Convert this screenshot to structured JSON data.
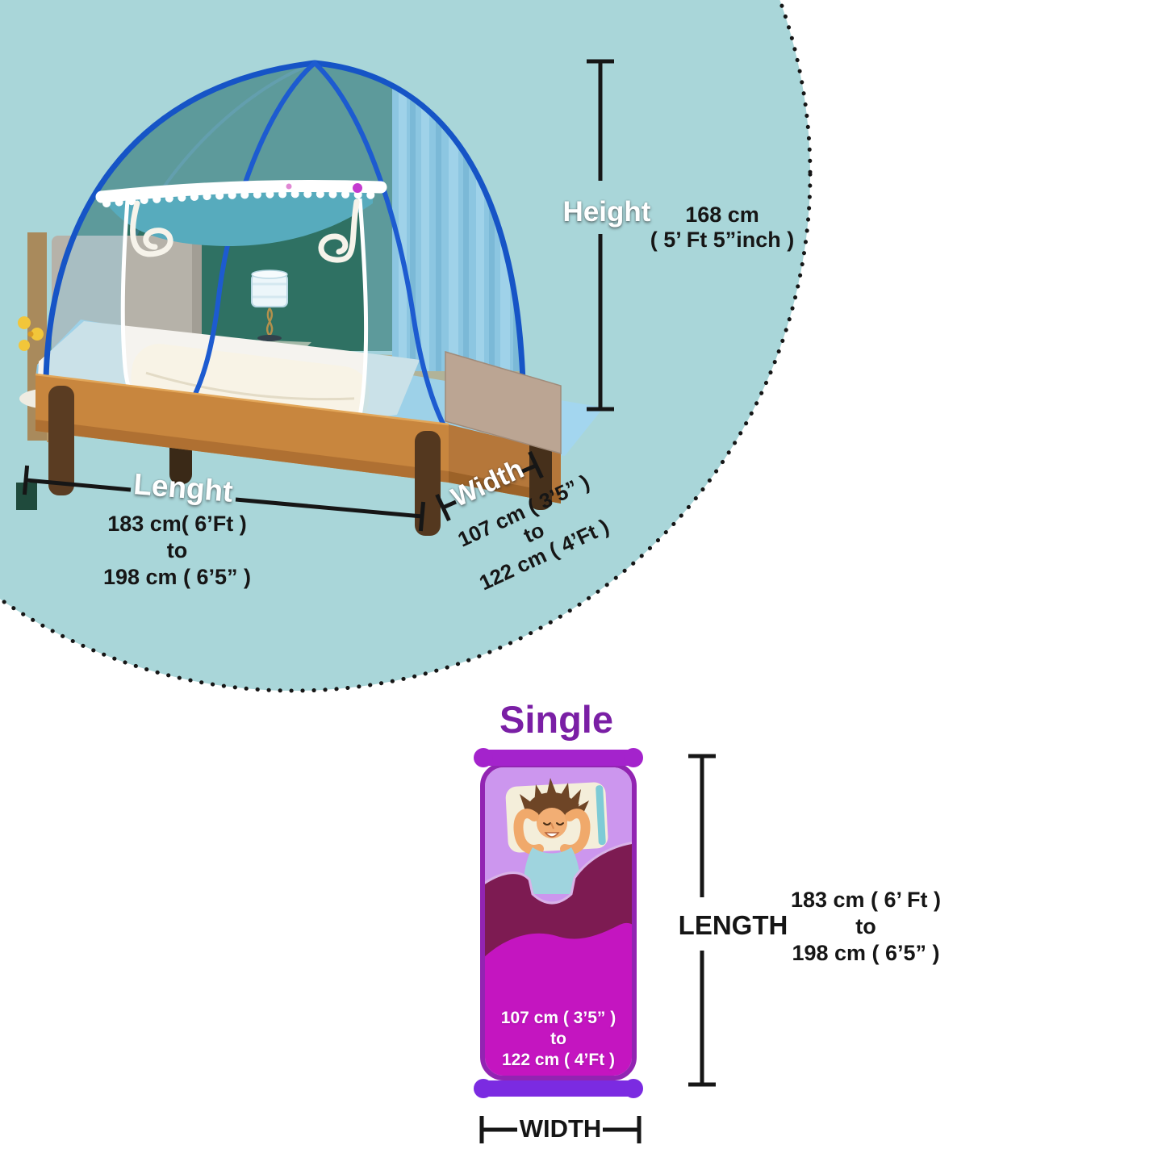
{
  "top_diagram": {
    "height": {
      "label": "Height",
      "line1": "168 cm",
      "line2": "( 5’ Ft 5”inch )"
    },
    "length": {
      "label": "Lenght",
      "line1": "183 cm( 6’Ft )",
      "line2": "to",
      "line3": "198 cm ( 6’5” )"
    },
    "width": {
      "label": "Width",
      "line1": "107 cm ( 3’5” )",
      "line2": "to",
      "line3": "122 cm ( 4’Ft )"
    }
  },
  "bottom_diagram": {
    "title": "Single",
    "bed_text": {
      "line1": "107 cm ( 3’5” )",
      "line2": "to",
      "line3": "122 cm ( 4’Ft )"
    },
    "length": {
      "label": "LENGTH",
      "line1": "183 cm ( 6’ Ft )",
      "line2": "to",
      "line3": "198 cm ( 6’5” )"
    },
    "width": {
      "label": "WIDTH"
    }
  },
  "colors": {
    "circle_background": "#A9D6D9",
    "net_frame_blue": "#1654C6",
    "accent_purple": "#7A1FA5",
    "bed_magenta": "#C415C0",
    "blanket_maroon": "#7D1B52",
    "dimension_line": "#161616"
  }
}
